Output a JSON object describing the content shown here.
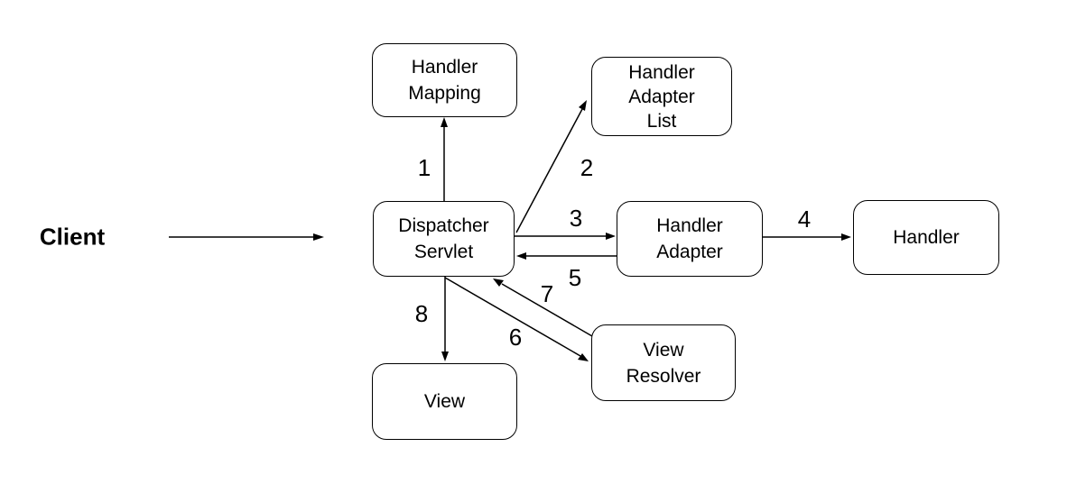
{
  "diagram": {
    "background_color": "#ffffff",
    "stroke_color": "#000000",
    "text_color": "#000000",
    "client": {
      "label": "Client"
    },
    "nodes": [
      {
        "id": "handler-mapping",
        "label": "Handler Mapping",
        "lines": [
          "Handler",
          "Mapping"
        ]
      },
      {
        "id": "handler-adapter-list",
        "label": "Handler Adapter List",
        "lines": [
          "Handler",
          "Adapter",
          "List"
        ]
      },
      {
        "id": "dispatcher-servlet",
        "label": "Dispatcher Servlet",
        "lines": [
          "Dispatcher",
          "Servlet"
        ]
      },
      {
        "id": "handler-adapter",
        "label": "Handler Adapter",
        "lines": [
          "Handler",
          "Adapter"
        ]
      },
      {
        "id": "handler",
        "label": "Handler",
        "lines": [
          "Handler"
        ]
      },
      {
        "id": "view-resolver",
        "label": "View Resolver",
        "lines": [
          "View",
          "Resolver"
        ]
      },
      {
        "id": "view",
        "label": "View",
        "lines": [
          "View"
        ]
      }
    ],
    "edges": [
      {
        "from": "client",
        "to": "dispatcher-servlet"
      },
      {
        "label": "1",
        "from": "dispatcher-servlet",
        "to": "handler-mapping"
      },
      {
        "label": "2",
        "from": "dispatcher-servlet",
        "to": "handler-adapter-list"
      },
      {
        "label": "3",
        "from": "dispatcher-servlet",
        "to": "handler-adapter"
      },
      {
        "label": "4",
        "from": "handler-adapter",
        "to": "handler"
      },
      {
        "label": "5",
        "from": "handler-adapter",
        "to": "dispatcher-servlet"
      },
      {
        "label": "6",
        "from": "dispatcher-servlet",
        "to": "view-resolver"
      },
      {
        "label": "7",
        "from": "view-resolver",
        "to": "dispatcher-servlet"
      },
      {
        "label": "8",
        "from": "dispatcher-servlet",
        "to": "view"
      }
    ]
  }
}
